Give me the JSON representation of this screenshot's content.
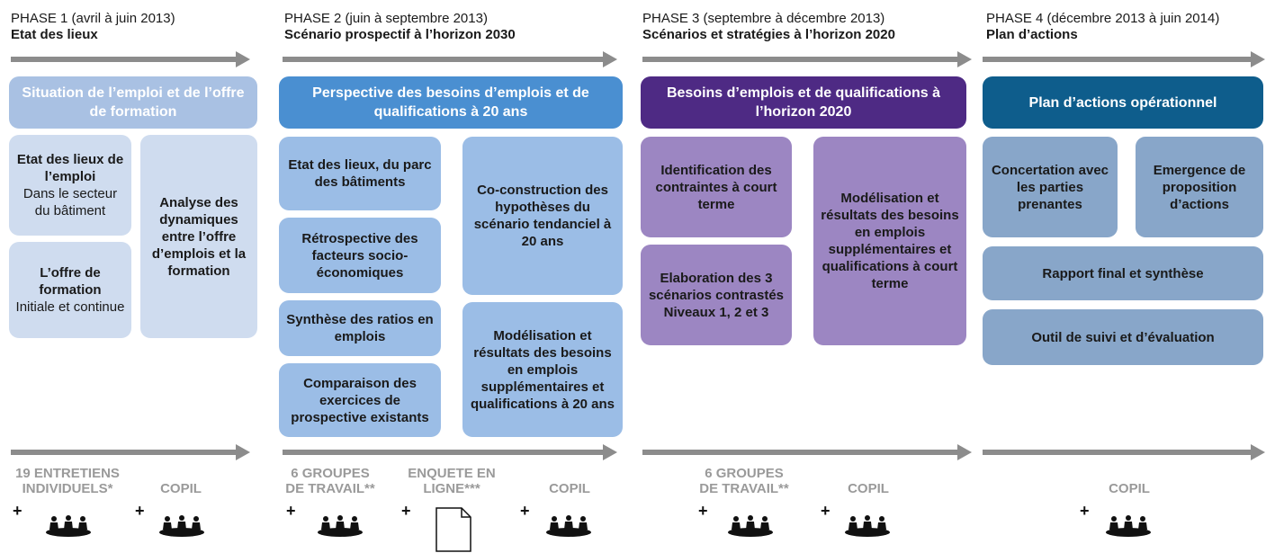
{
  "colors": {
    "arrow": "#8c8c8c",
    "p1_header": "#a9c1e3",
    "p1_card": "#cfdcef",
    "p2_header": "#4a8fd1",
    "p2_card": "#9bbde6",
    "p3_header": "#4e2a84",
    "p3_card": "#9c86c2",
    "p4_header": "#0e5d8c",
    "p4_card": "#88a6c9",
    "bottom_label": "#9a9a9a"
  },
  "phases": [
    {
      "title": "PHASE 1 (avril à juin 2013)",
      "subtitle": "Etat des lieux",
      "header": "Situation de l’emploi et de l’offre de formation",
      "cards": [
        {
          "bold": "Etat des lieux de l’emploi",
          "normal": "Dans le secteur du bâtiment"
        },
        {
          "bold": "L’offre de formation",
          "normal": "Initiale et continue"
        },
        {
          "bold": "Analyse des dynamiques entre l’offre d’emplois et la formation",
          "normal": ""
        }
      ],
      "bottom": [
        {
          "label": "19 ENTRETIENS INDIVIDUELS*",
          "icon": "people-icon"
        },
        {
          "label": "COPIL",
          "icon": "people-icon"
        }
      ]
    },
    {
      "title": "PHASE 2 (juin à septembre 2013)",
      "subtitle": "Scénario prospectif à l’horizon 2030",
      "header": "Perspective  des besoins d’emplois  et de qualifications à 20 ans",
      "cards": [
        {
          "bold": "Etat des lieux, du parc des bâtiments"
        },
        {
          "bold": "Rétrospective des facteurs socio-économiques"
        },
        {
          "bold": "Synthèse des ratios en emplois"
        },
        {
          "bold": "Comparaison des exercices de prospective existants"
        },
        {
          "bold": "Co-construction des hypothèses du scénario tendanciel à 20 ans"
        },
        {
          "bold": "Modélisation et résultats des besoins en emplois supplémentaires et qualifications à 20 ans"
        }
      ],
      "bottom": [
        {
          "label": "6 GROUPES DE TRAVAIL**",
          "icon": "people-icon"
        },
        {
          "label": "ENQUETE EN LIGNE***",
          "icon": "document-icon"
        },
        {
          "label": "COPIL",
          "icon": "people-icon"
        }
      ]
    },
    {
      "title": "PHASE 3 (septembre à décembre 2013)",
      "subtitle": "Scénarios et stratégies à l’horizon 2020",
      "header": "Besoins d’emplois et de qualifications à l’horizon 2020",
      "cards": [
        {
          "bold": "Identification des contraintes à court terme"
        },
        {
          "bold": "Elaboration des 3 scénarios contrastés Niveaux 1, 2 et 3"
        },
        {
          "bold": "Modélisation et résultats des besoins en emplois supplémentaires et qualifications à court terme"
        }
      ],
      "bottom": [
        {
          "label": "6 GROUPES DE TRAVAIL**",
          "icon": "people-icon"
        },
        {
          "label": "COPIL",
          "icon": "people-icon"
        }
      ]
    },
    {
      "title": "PHASE 4 (décembre 2013 à juin 2014)",
      "subtitle": "Plan d’actions",
      "header": "Plan d’actions opérationnel",
      "cards": [
        {
          "bold": "Concertation avec les parties prenantes"
        },
        {
          "bold": "Emergence de proposition d’actions"
        },
        {
          "bold": "Rapport final et synthèse"
        },
        {
          "bold": "Outil de suivi et d’évaluation"
        }
      ],
      "bottom": [
        {
          "label": "COPIL",
          "icon": "people-icon"
        }
      ]
    }
  ],
  "plus_sign": "+"
}
